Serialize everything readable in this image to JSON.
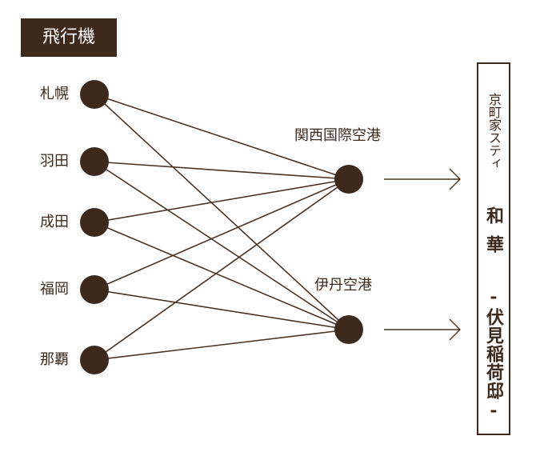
{
  "title": "飛行機",
  "origins": [
    "札幌",
    "羽田",
    "成田",
    "福岡",
    "那覇"
  ],
  "hubs": [
    "関西国際空港",
    "伊丹空港"
  ],
  "destination": {
    "sub": "京町家スティ",
    "name1": "和華",
    "name2": "-伏見稲荷邸-"
  },
  "colors": {
    "node": "#3d2a1c",
    "line": "#4a3325",
    "text": "#3d2a1c"
  }
}
